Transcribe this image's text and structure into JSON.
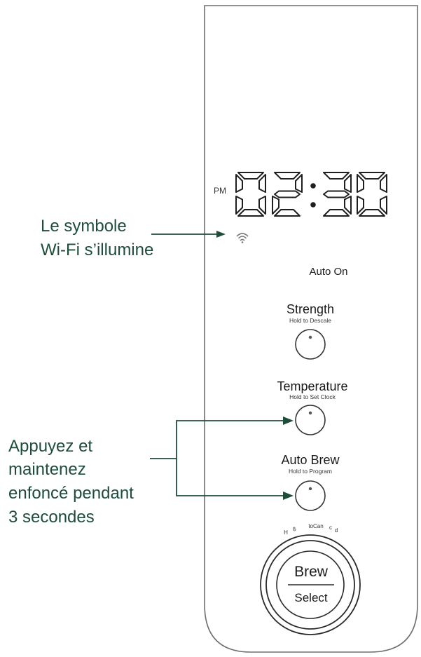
{
  "display": {
    "period": "PM",
    "digits": [
      "0",
      "2",
      "3",
      "0"
    ],
    "separator": ":",
    "status_label": "Auto On"
  },
  "callouts": {
    "wifi": [
      "Le symbole",
      "Wi-Fi s’illumine"
    ],
    "press_hold": [
      "Appuyez et",
      "maintenez",
      "enfoncé pendant",
      "3 secondes"
    ]
  },
  "buttons": {
    "strength": {
      "label": "Strength",
      "sublabel": "Hold to Descale"
    },
    "temperature": {
      "label": "Temperature",
      "sublabel": "Hold to Set Clock"
    },
    "auto_brew": {
      "label": "Auto Brew",
      "sublabel": "Hold to Program"
    }
  },
  "brew_dial": {
    "label_top": "Brew",
    "label_bottom": "Select",
    "size_marks": [
      "H",
      "8",
      "toCan",
      "c",
      "d"
    ]
  },
  "colors": {
    "callout_text": "#1e4d3a",
    "arrow": "#1e4d3a",
    "outline": "#4a4a4a"
  },
  "icons": [
    "wifi-icon"
  ]
}
